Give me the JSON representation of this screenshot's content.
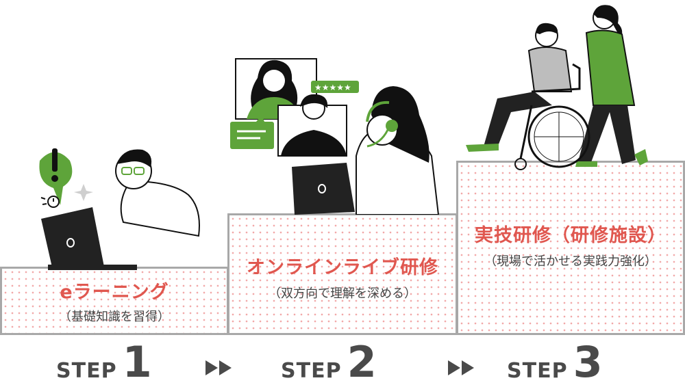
{
  "steps": [
    {
      "title": "eラーニング",
      "subtitle": "（基礎知識を習得）",
      "step_word": "STEP",
      "step_number": "1"
    },
    {
      "title": "オンラインライブ研修",
      "subtitle": "（双方向で理解を深める）",
      "step_word": "STEP",
      "step_number": "2"
    },
    {
      "title": "実技研修（研修施設）",
      "subtitle": "（現場で活かせる実践力強化）",
      "step_word": "STEP",
      "step_number": "3"
    }
  ],
  "colors": {
    "accent": "#e0574f",
    "green": "#5ea43a",
    "dark": "#222222",
    "grey": "#4a4a4a",
    "dot": "#f2a9a9"
  },
  "icons": [
    "laptop-icon",
    "exclamation-bubble-icon",
    "alarm-clock-icon",
    "sparkle-icon",
    "chat-bubble-icon",
    "star-rating-icon",
    "headset-icon",
    "wheelchair-icon",
    "arrow-icon"
  ]
}
